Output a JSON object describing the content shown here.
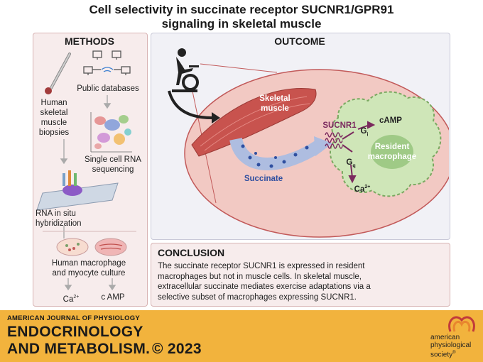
{
  "title_line1": "Cell selectivity in succinate receptor SUCNR1/GPR91",
  "title_line2": "signaling in skeletal muscle",
  "methods": {
    "heading": "METHODS",
    "public_databases": "Public databases",
    "biopsies": [
      "Human",
      "skeletal",
      "muscle",
      "biopsies"
    ],
    "scrna": [
      "Single cell RNA",
      "sequencing"
    ],
    "insitu": [
      "RNA in situ",
      "hybridization"
    ],
    "culture": [
      "Human macrophage",
      "and myocyte culture"
    ],
    "ca": "Ca",
    "ca_sup": "2+",
    "camp": "c AMP"
  },
  "outcome": {
    "heading": "OUTCOME",
    "skeletal_muscle": [
      "Skeletal",
      "muscle"
    ],
    "sucnr1": "SUCNR1",
    "succinate": "Succinate",
    "gi": "G",
    "gi_sub": "i",
    "gq": "G",
    "gq_sub": "q",
    "camp": "cAMP",
    "ca": "Ca",
    "ca_sup": "2+",
    "resident_macrophage": [
      "Resident",
      "macrophage"
    ]
  },
  "conclusion": {
    "heading": "CONCLUSION",
    "lines": [
      "The succinate receptor SUCNR1 is expressed in resident",
      "macrophages but not in muscle cells. In skeletal muscle,",
      "extracellular succinate mediates exercise adaptations via a",
      "selective subset of macrophages expressing SUCNR1."
    ]
  },
  "footer": {
    "journal": "AMERICAN JOURNAL OF PHYSIOLOGY",
    "line1": "ENDOCRINOLOGY",
    "line2": "AND METABOLISM.",
    "copyright": "© 2023",
    "society": [
      "american",
      "physiological",
      "society"
    ],
    "society_mark": "®"
  },
  "colors": {
    "muscle": "#c8534e",
    "macrophage": "#cfe6b8",
    "nucleus": "#9fca86",
    "receptor": "#7b2a5e",
    "arrow_blue": "#7f97c9",
    "banner": "#f2b33d"
  }
}
